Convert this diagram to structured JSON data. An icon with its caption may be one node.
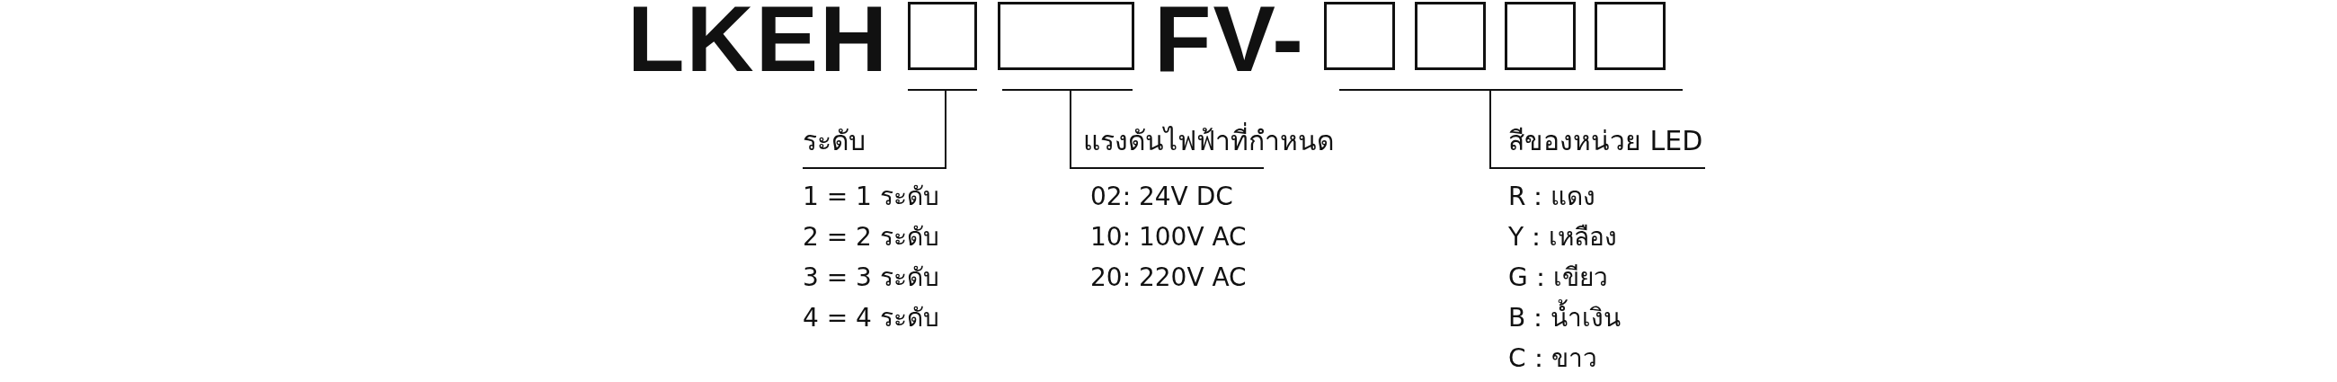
{
  "diagram": {
    "nodes": [
      {
        "text": [],
        "shape": "box"
      },
      {
        "text": [],
        "shape": "box"
      },
      {
        "text": [],
        "shape": "box"
      },
      {
        "text": [],
        "shape": "box"
      },
      {
        "text": [],
        "shape": "box"
      },
      {
        "text": [],
        "shape": "box"
      },
      {
        "text": [],
        "shape": "bar"
      },
      {
        "text": [],
        "shape": "bar"
      },
      {
        "text": [],
        "shape": "bar"
      },
      {
        "text": [
          "ระดับ"
        ],
        "beside": [
          "1 = 1 ระดับ",
          "2 = 2 ระดับ",
          "3 = 3 ระดับ",
          "4 = 4 ระดับ"
        ]
      },
      {
        "text": [
          "แรงดันไฟฟ้าที่กำหนด"
        ],
        "beside": [
          "02: 24V DC",
          "10: 100V AC",
          "20: 220V AC"
        ]
      },
      {
        "text": [
          "สีของหน่วย LED"
        ],
        "beside": [
          "R：แดง",
          "Y：เหลือง",
          "G：เขียว",
          "B：น้ำเงิน",
          "C：ขาว"
        ]
      }
    ],
    "edges": [
      {
        "from": 9,
        "to": 6,
        "arrow": "none"
      },
      {
        "from": 10,
        "to": 7,
        "arrow": "none"
      },
      {
        "from": 11,
        "to": 8,
        "arrow": "none"
      }
    ],
    "labels": [
      "LKEH",
      "FV-"
    ]
  }
}
